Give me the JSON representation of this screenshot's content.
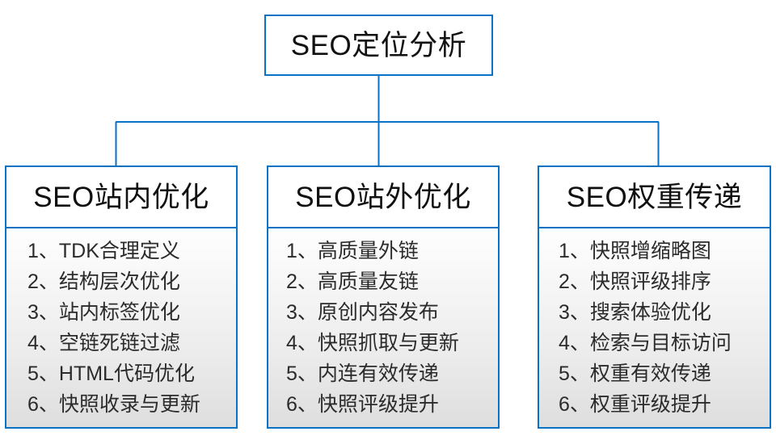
{
  "diagram": {
    "type": "org-tree",
    "accent_color": "#0a72c4",
    "root": {
      "label": "SEO定位分析"
    },
    "branches": [
      {
        "id": "seo-onsite",
        "title": "SEO站内优化",
        "items": [
          "1、TDK合理定义",
          "2、结构层次优化",
          "3、站内标签优化",
          "4、空链死链过滤",
          "5、HTML代码优化",
          "6、快照收录与更新"
        ]
      },
      {
        "id": "seo-offsite",
        "title": "SEO站外优化",
        "items": [
          "1、高质量外链",
          "2、高质量友链",
          "3、原创内容发布",
          "4、快照抓取与更新",
          "5、内连有效传递",
          "6、快照评级提升"
        ]
      },
      {
        "id": "seo-weight",
        "title": "SEO权重传递",
        "items": [
          "1、快照增缩略图",
          "2、快照评级排序",
          "3、搜索体验优化",
          "4、检索与目标访问",
          "5、权重有效传递",
          "6、权重评级提升"
        ]
      }
    ]
  }
}
